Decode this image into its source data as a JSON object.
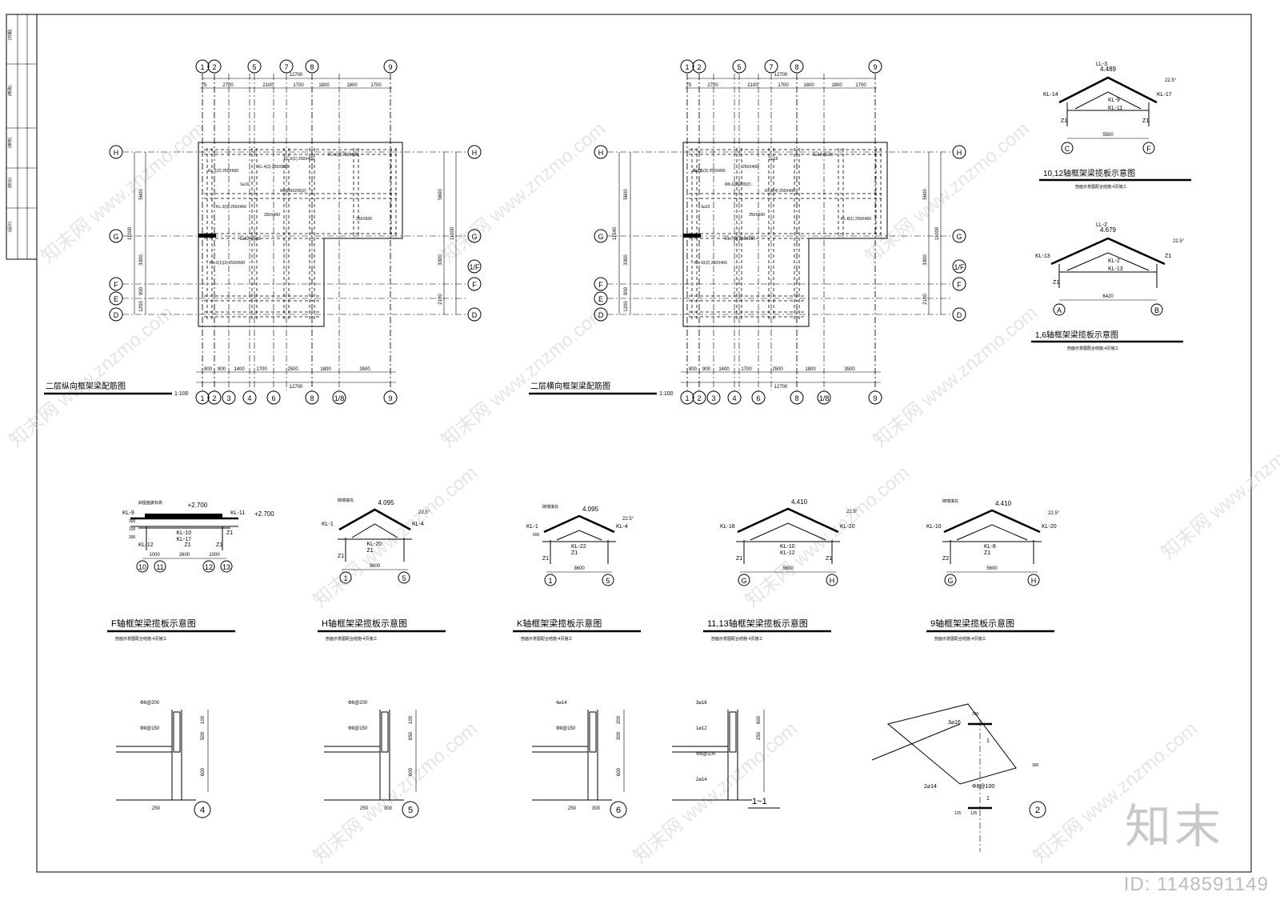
{
  "plans": [
    {
      "title": "二层纵向框架梁配筋图",
      "scale": "1:100",
      "top_axes": [
        "1",
        "2",
        "5",
        "7",
        "8",
        "9"
      ],
      "bottom_axes": [
        "1",
        "2",
        "3",
        "4",
        "6",
        "8",
        "1/8",
        "9"
      ],
      "left_axes": [
        "H",
        "G",
        "F",
        "E",
        "D"
      ],
      "right_axes": [
        "H",
        "G",
        "1/F",
        "F",
        "D"
      ],
      "overall_dim": "12700",
      "top_dims": [
        "75",
        "2700",
        "2100",
        "1700",
        "1800",
        "1800",
        "1700"
      ],
      "bottom_dims": [
        "900",
        "900",
        "1400",
        "1700",
        "2500",
        "1800",
        "3500"
      ],
      "left_dims": [
        "5600",
        "3300",
        "900",
        "1200"
      ],
      "left_total": "11000",
      "right_dims": [
        "5600",
        "3300",
        "2100"
      ],
      "right_total": "11000",
      "labels": [
        "KL-1(2) 250X600",
        "KL-4(2) 250X600",
        "KL-5(1) 250X400",
        "KL-6(1) 250X600",
        "KL-3(3) 250X400",
        "KL-2(1)(3) 250X600",
        "3⌀16",
        "Φ8-100/200(2)",
        "250X400",
        "250X600",
        "2⌀22+2⌀16"
      ]
    },
    {
      "title": "二层横向框架梁配筋图",
      "scale": "1:100",
      "top_axes": [
        "1",
        "2",
        "5",
        "7",
        "8",
        "9"
      ],
      "bottom_axes": [
        "1",
        "2",
        "3",
        "4",
        "6",
        "8",
        "1/8",
        "9"
      ],
      "left_axes": [
        "H",
        "G",
        "F",
        "E",
        "D"
      ],
      "right_axes": [
        "H",
        "G",
        "1/F",
        "F",
        "D"
      ],
      "overall_dim": "12700",
      "top_dims": [
        "75",
        "2700",
        "2100",
        "1700",
        "1800",
        "1800",
        "1700"
      ],
      "bottom_dims": [
        "900",
        "900",
        "1400",
        "1700",
        "2500",
        "1800",
        "3500"
      ],
      "left_dims": [
        "5600",
        "3300",
        "900",
        "1200"
      ],
      "left_total": "11540",
      "right_dims": [
        "5600",
        "3300",
        "2100"
      ],
      "right_total": "11000",
      "labels": [
        "KL-11(3) 250X400",
        "250X400",
        "2⌀16",
        "2⌀18+2⌀16",
        "3⌀22",
        "KL-10(2) 250X400",
        "Φ8-100/200(2)",
        "KL-9(4) 250X400",
        "250X600",
        "KL-8(1) 250X400",
        "KL-7(2) 250X600",
        "3⌀16"
      ]
    }
  ],
  "roof_diagrams": [
    {
      "title": "10,12轴框架梁揽板示意图",
      "note": "剖面示意图配合结施-4页施工",
      "elev": "4.489",
      "slope": "22.5°",
      "labels": [
        "LL-3",
        "KL-14",
        "KL-9",
        "KL-11",
        "KL-17",
        "Z1",
        "Z1"
      ],
      "span": "5500",
      "axes": [
        "C",
        "F"
      ]
    },
    {
      "title": "1,6轴框架梁揽板示意图",
      "note": "剖面示意图配合结施-4页施工",
      "elev": "4.679",
      "slope": "22.5°",
      "labels": [
        "LL-2",
        "KL-13",
        "KL-2",
        "KL-13",
        "Z1",
        "Z1"
      ],
      "span": "6420",
      "axes": [
        "A",
        "B"
      ]
    }
  ],
  "section_row": [
    {
      "title": "F轴框架梁揽板示意图",
      "note": "剖面示意图配合结施-4页施工",
      "top_note": "斜屋面委标高",
      "elev": "+2.700",
      "labels": [
        "KL-9",
        "KL-11",
        "KL-10",
        "KL-17",
        "KL-12",
        "Z1",
        "Z1",
        "Z1"
      ],
      "dims": [
        "1000",
        "2600",
        "1000"
      ],
      "side_dims": [
        "300",
        "100",
        "300"
      ],
      "axes": [
        "10",
        "11",
        "12",
        "13"
      ]
    },
    {
      "title": "H轴框架梁揽板示意图",
      "note": "剖面示意图配合结施-4页施工",
      "top_note": "砌墙填充",
      "elev": "4.095",
      "slope": "22.5°",
      "labels": [
        "KL-1",
        "KL-4",
        "KL-20",
        "Z1",
        "Z1"
      ],
      "span": "3600",
      "axes": [
        "1",
        "5"
      ]
    },
    {
      "title": "K轴框架梁揽板示意图",
      "note": "剖面示意图配合结施-4页施工",
      "top_note": "砌墙填充",
      "elev": "4.095",
      "slope": "22.5°",
      "labels": [
        "KL-1",
        "KL-4",
        "KL-22",
        "Z1",
        "Z1"
      ],
      "side_dims": [
        "600"
      ],
      "span": "3600",
      "axes": [
        "1",
        "5"
      ]
    },
    {
      "title": "11,13轴框架梁揽板示意图",
      "note": "剖面示意图配合结施-4页施工",
      "elev": "4.410",
      "slope": "22.5°",
      "labels": [
        "KL-18",
        "KL-20",
        "KL-10",
        "KL-12",
        "Z1",
        "Z1"
      ],
      "span": "5600",
      "axes": [
        "G",
        "H"
      ]
    },
    {
      "title": "9轴框架梁揽板示意图",
      "note": "剖面示意图配合结施-4页施工",
      "top_note": "砌墙填充",
      "elev": "4.410",
      "slope": "22.5°",
      "labels": [
        "KL-10",
        "KL-20",
        "KL-8",
        "Z1",
        "Z2"
      ],
      "span": "5600",
      "axes": [
        "G",
        "H"
      ]
    }
  ],
  "details": [
    {
      "id": "4",
      "labels": [
        "Φ6@200",
        "Φ8@150"
      ],
      "dims": [
        "100",
        "500",
        "600",
        "250"
      ]
    },
    {
      "id": "5",
      "labels": [
        "Φ6@200",
        "Φ8@150"
      ],
      "dims": [
        "100",
        "650",
        "600",
        "250",
        "300"
      ]
    },
    {
      "id": "6",
      "labels": [
        "4⌀14",
        "Φ8@150"
      ],
      "dims": [
        "200",
        "300",
        "600",
        "250",
        "300"
      ]
    },
    {
      "id": "1~1",
      "labels": [
        "3⌀16",
        "1⌀12",
        "Φ8@100",
        "2⌀14"
      ],
      "dims": [
        "600",
        "250"
      ]
    },
    {
      "id": "2",
      "labels": [
        "3⌀16",
        "2⌀14",
        "Φ8@100",
        "1",
        "1"
      ],
      "dims": [
        "200",
        "300",
        "125",
        "125"
      ]
    }
  ],
  "title_block": {
    "cells": [
      "(日期)",
      "(修改)",
      "(审核)",
      "(校对)",
      "(设计)"
    ]
  },
  "watermark": {
    "site": "www.znzmo.com",
    "brand": "知末网",
    "logo": "知末",
    "id": "ID: 1148591149"
  }
}
